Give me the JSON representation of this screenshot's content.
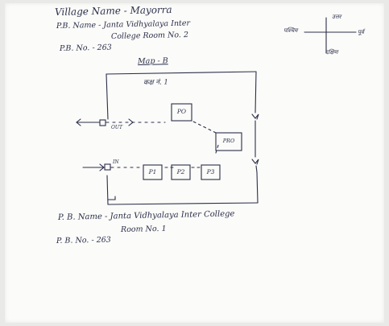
{
  "header": {
    "village": "Village Name - Mayorra",
    "pb_name_line1": "P.B. Name - Janta Vidhyalaya Inter",
    "pb_name_line2": "College Room No. 2",
    "pb_no": "P.B. No. - 263"
  },
  "compass": {
    "north": "उत्तर",
    "west": "पश्चिम",
    "east": "पूर्व",
    "south": "दक्षिण"
  },
  "map": {
    "title": "Map - B",
    "room_label": "कक्ष नं. 1",
    "boxes": [
      "PO",
      "P1",
      "P2",
      "P3",
      "PRO"
    ],
    "door_labels": [
      "OUT",
      "IN"
    ]
  },
  "footer": {
    "pb_name": "P. B. Name - Janta Vidhyalaya Inter College",
    "room": "Room No. 1",
    "pb_no": "P. B. No. - 263"
  }
}
